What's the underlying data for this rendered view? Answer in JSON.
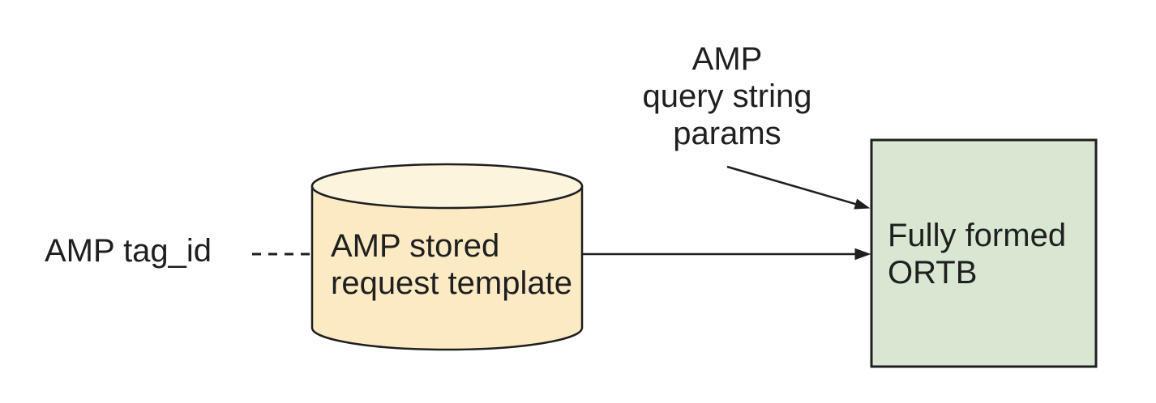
{
  "colors": {
    "background": "#ffffff",
    "stroke": "#1f1f1f",
    "text": "#1f1f1f",
    "datastore_body_fill": "#fbeac4",
    "datastore_top_fill": "#fcf4dd",
    "output_box_fill": "#d9e7d2"
  },
  "nodes": {
    "tag_id_label": {
      "text": "AMP tag_id"
    },
    "query_params_label": {
      "text": "AMP\nquery string\nparams"
    },
    "datastore": {
      "type": "database-cylinder",
      "label": "AMP stored\nrequest template"
    },
    "output_box": {
      "type": "rectangle",
      "label": "Fully formed\nORTB"
    }
  },
  "edges": [
    {
      "from": "tag_id_label",
      "to": "datastore",
      "line": "dashed",
      "arrowhead": "none"
    },
    {
      "from": "datastore",
      "to": "output_box",
      "line": "solid",
      "arrowhead": "end"
    },
    {
      "from": "query_params_label",
      "to": "output_box",
      "line": "solid",
      "arrowhead": "end"
    }
  ]
}
